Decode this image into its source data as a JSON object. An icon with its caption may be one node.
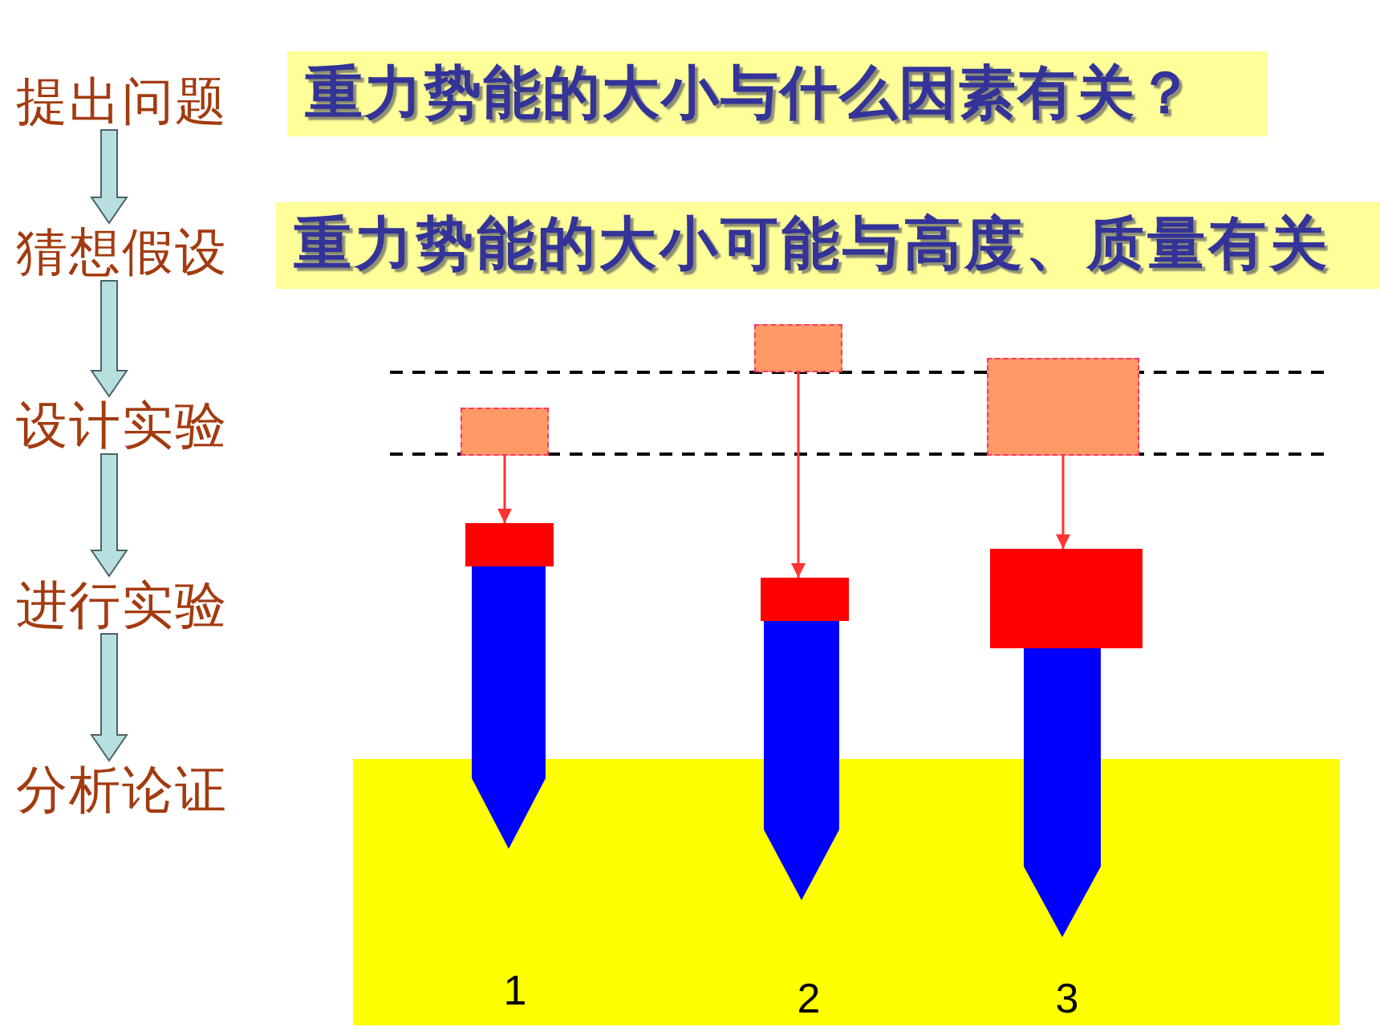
{
  "diagram": {
    "nodes": [
      {
        "text": [
          "提出问题"
        ]
      },
      {
        "text": [
          "猜想假设"
        ]
      },
      {
        "text": [
          "设计实验"
        ]
      },
      {
        "text": [
          "进行实验"
        ]
      },
      {
        "text": [
          "分析论证"
        ]
      },
      {
        "text": [
          "重力势能的大小与什么因素有关？"
        ]
      },
      {
        "text": [
          "重力势能的大小可能与高度、质量有关"
        ]
      },
      {
        "text": [],
        "shape": "box"
      },
      {
        "text": [],
        "shape": "box"
      },
      {
        "text": [],
        "shape": "box"
      },
      {
        "text": [],
        "shape": "box"
      },
      {
        "text": [],
        "shape": "box"
      },
      {
        "text": [],
        "shape": "box"
      },
      {
        "text": [],
        "shape": "stake"
      },
      {
        "text": [],
        "shape": "stake"
      },
      {
        "text": [],
        "shape": "stake"
      }
    ],
    "edges": [
      {
        "from": 0,
        "to": 1,
        "arrow": "to"
      },
      {
        "from": 1,
        "to": 2,
        "arrow": "to"
      },
      {
        "from": 2,
        "to": 3,
        "arrow": "to"
      },
      {
        "from": 3,
        "to": 4,
        "arrow": "to"
      },
      {
        "from": 7,
        "to": 10,
        "arrow": "to",
        "color": "#ff3333"
      },
      {
        "from": 8,
        "to": 11,
        "arrow": "to",
        "color": "#ff3333"
      },
      {
        "from": 9,
        "to": 12,
        "arrow": "to",
        "color": "#ff3333"
      }
    ],
    "labels": [
      "1",
      "2",
      "3"
    ]
  }
}
